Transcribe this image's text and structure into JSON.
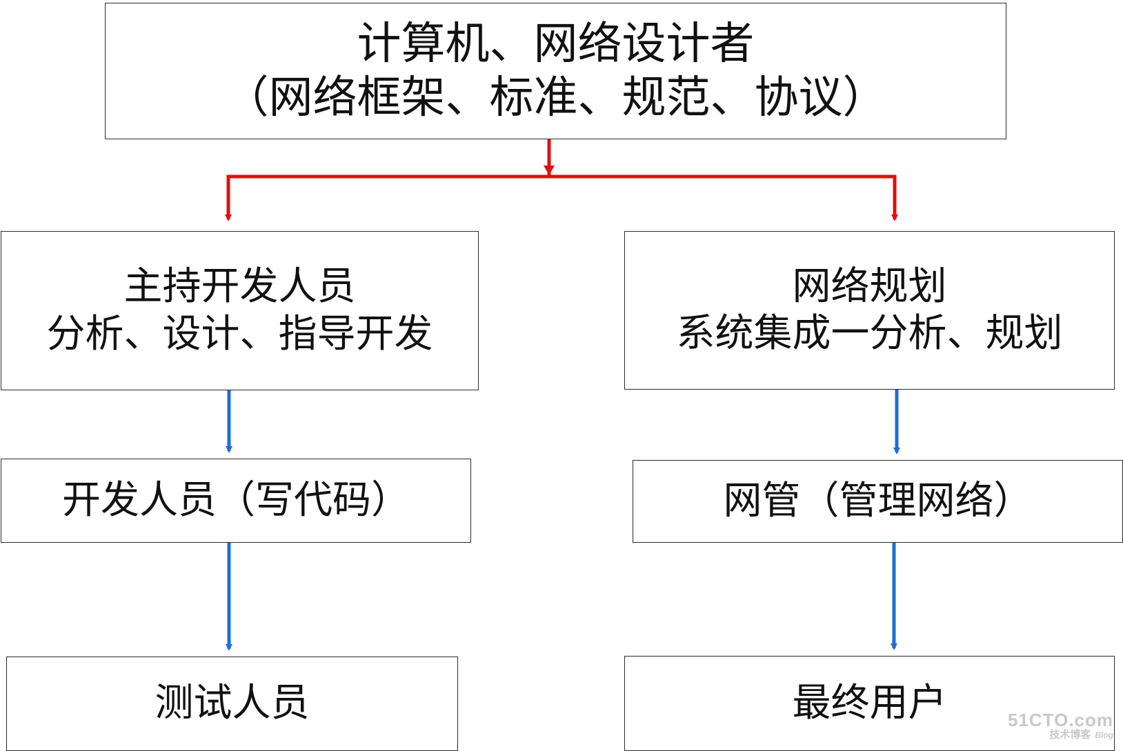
{
  "colors": {
    "split_arrow": "#e01010",
    "flow_arrow": "#1e6fd0",
    "box_border": "#2a2a2a"
  },
  "boxes": {
    "top": {
      "line1": "计算机、网络设计者",
      "line2": "（网络框架、标准、规范、协议）"
    },
    "dev_lead": {
      "line1": "主持开发人员",
      "line2": "分析、设计、指导开发"
    },
    "net_plan": {
      "line1": "网络规划",
      "line2": "系统集成一分析、规划"
    },
    "dev": {
      "line1": "开发人员（写代码）"
    },
    "net_admin": {
      "line1": "网管（管理网络）"
    },
    "test": {
      "line1": "测试人员"
    },
    "end_user": {
      "line1": "最终用户"
    }
  },
  "watermark": {
    "site": "51CTO.com",
    "sub": "技术博客",
    "blog": "Blog"
  }
}
